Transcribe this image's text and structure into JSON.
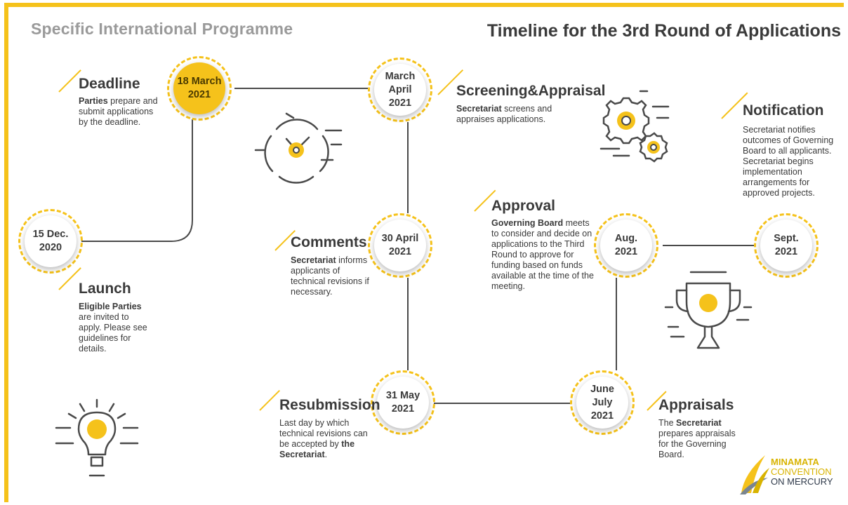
{
  "header": {
    "left_title": "Specific International Programme",
    "right_title": "Timeline for the 3rd Round of Applications"
  },
  "colors": {
    "accent": "#f5c21b",
    "text": "#3a3a3a",
    "muted": "#9a9a9a",
    "line": "#3a3a3a"
  },
  "nodes": [
    {
      "id": "launch",
      "label": "15 Dec.\n2020"
    },
    {
      "id": "deadline",
      "label": "18 March\n2021"
    },
    {
      "id": "screening",
      "label": "March\nApril\n2021"
    },
    {
      "id": "comments",
      "label": "30 April\n2021"
    },
    {
      "id": "resubmission",
      "label": "31 May\n2021"
    },
    {
      "id": "appraisals",
      "label": "June\nJuly\n2021"
    },
    {
      "id": "approval",
      "label": "Aug.\n2021"
    },
    {
      "id": "notification",
      "label": "Sept.\n2021"
    }
  ],
  "stages": {
    "deadline": {
      "title": "Deadline",
      "bold": "Parties",
      "desc": " prepare and submit applications by the deadline."
    },
    "screening": {
      "title": "Screening&Appraisal",
      "bold": "Secretariat",
      "desc": " screens and appraises applications."
    },
    "notification": {
      "title": "Notification",
      "desc": "Secretariat notifies outcomes of Governing Board to all applicants. Secretariat begins implementation arrangements for approved projects."
    },
    "approval": {
      "title": "Approval",
      "bold": "Governing Board",
      "desc": " meets to consider and decide on applications to the Third Round to approve for funding based on funds available at the time of the meeting."
    },
    "comments": {
      "title": "Comments",
      "bold": "Secretariat",
      "desc": " informs applicants of technical revisions if necessary."
    },
    "launch": {
      "title": "Launch",
      "bold": "Eligible Parties",
      "desc": " are invited to apply. Please see guidelines for details."
    },
    "resubmission": {
      "title": "Resubmission",
      "desc_pre": "Last day by which technical revisions can be accepted by ",
      "bold": "the Secretariat",
      "desc_post": "."
    },
    "appraisals": {
      "title": "Appraisals",
      "desc_pre": "The ",
      "bold": "Secretariat",
      "desc_post": " prepares appraisals for the Governing Board."
    }
  },
  "icons": [
    "clock-icon",
    "gears-icon",
    "trophy-icon",
    "lightbulb-icon"
  ],
  "logo": {
    "line1": "MINAMATA",
    "line2": "CONVENTION",
    "line3": "ON MERCURY"
  }
}
